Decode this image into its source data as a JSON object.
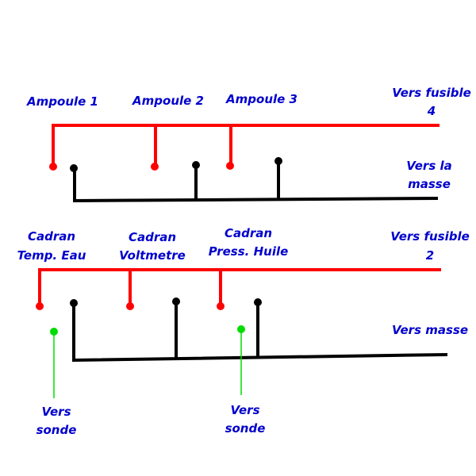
{
  "colors": {
    "positive": "#ff0000",
    "ground": "#000000",
    "probe": "#00dd00",
    "label": "#0000cc",
    "background": "#ffffff"
  },
  "top_circuit": {
    "lamp_1": "Ampoule 1",
    "lamp_2": "Ampoule 2",
    "lamp_3": "Ampoule 3",
    "fuse_line1": "Vers fusible",
    "fuse_line2": "4",
    "ground_line1": "Vers la",
    "ground_line2": "masse"
  },
  "bottom_circuit": {
    "gauge_water_line1": "Cadran",
    "gauge_water_line2": "Temp. Eau",
    "gauge_volt_line1": "Cadran",
    "gauge_volt_line2": "Voltmetre",
    "gauge_oil_line1": "Cadran",
    "gauge_oil_line2": "Press. Huile",
    "fuse_line1": "Vers fusible",
    "fuse_line2": "2",
    "ground": "Vers masse",
    "probe_1_line1": "Vers",
    "probe_1_line2": "sonde",
    "probe_2_line1": "Vers",
    "probe_2_line2": "sonde"
  }
}
